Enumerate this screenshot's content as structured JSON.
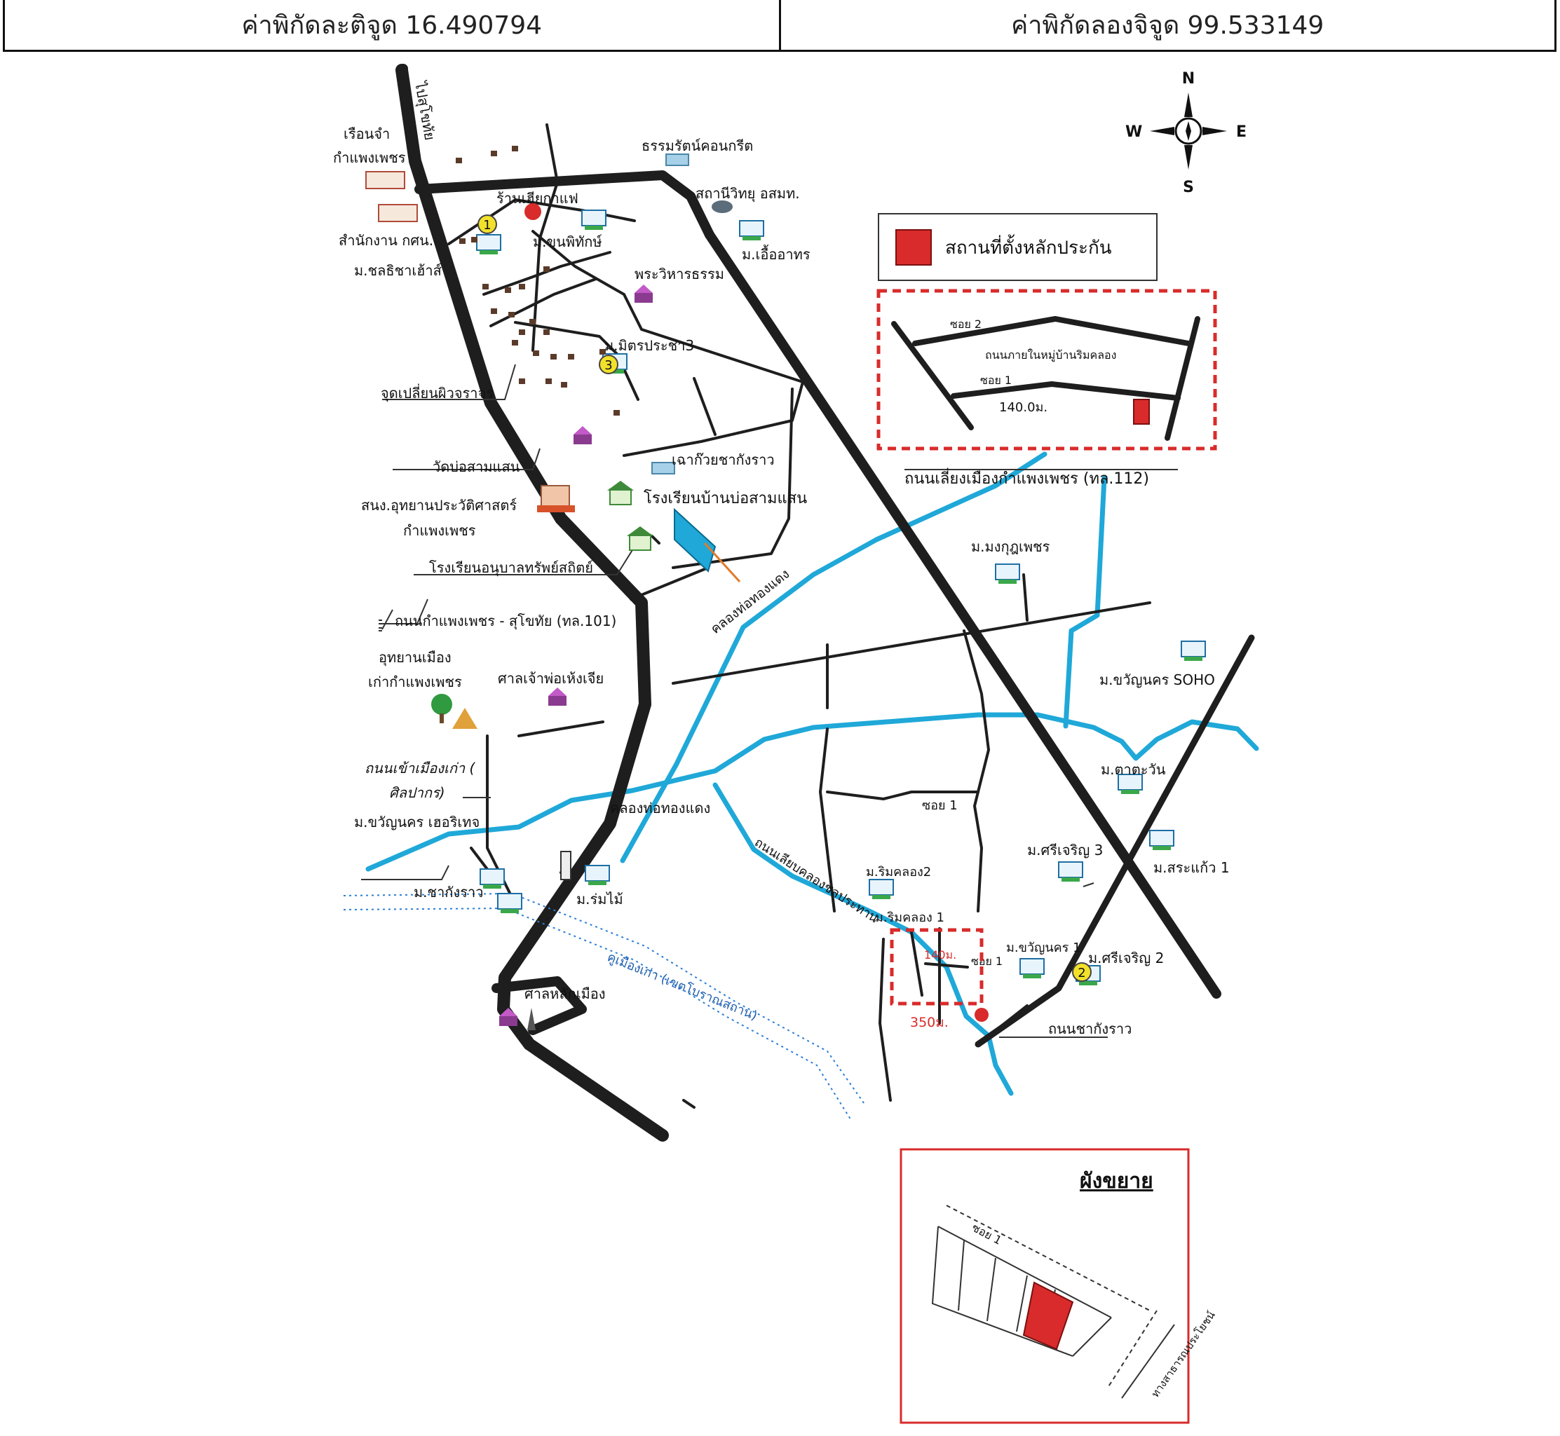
{
  "header": {
    "latitude": "ค่าพิกัดละติจูด 16.490794",
    "longitude": "ค่าพิกัดลองจิจูด 99.533149"
  },
  "compass": {
    "n": "N",
    "s": "S",
    "e": "E",
    "w": "W"
  },
  "legend": {
    "label": "สถานที่ตั้งหลักประกัน",
    "color": "#d92b2b"
  },
  "inset_top": {
    "soi2": "ซอย 2",
    "village_road": "ถนนภายในหมู่บ้านริมคลอง",
    "soi1": "ซอย 1",
    "distance": "140.0ม."
  },
  "expand": {
    "title": "ผังขยาย",
    "soi1": "ซอย 1",
    "public_way": "ทางสาธารณประโยชน์"
  },
  "labels": {
    "to_sukhothai": "ไปสุโขทัย",
    "prison": "เรือนจำ",
    "prison2": "กำแพงเพชร",
    "cafe": "ร้านเฮียกาแฟ",
    "thammarat": "ธรรมรัตน์คอนกรีต",
    "radio": "สถานีวิทยุ อสมท.",
    "nfe_office": "สำนักงาน กศน.",
    "khunphitak": "ม.ขุนพิทักษ์",
    "ueaathon": "ม.เอื้ออาทร",
    "cholthicha": "ม.ชลธิชาเฮ้าส์",
    "vihara": "พระวิหารธรรม",
    "mitprachar": "ม.มิตรประชา3",
    "surface_change": "จุดเปลี่ยนผิวจราจร",
    "wat_bo": "วัดบ่อสามแสน",
    "shrine_chao": "เฉาก๊วยชากังราว",
    "museum1": "สนง.อุทยานประวัติศาสตร์",
    "museum2": "กำแพงเพชร",
    "school_bo": "โรงเรียนบ้านบ่อสามแสน",
    "kindergarten": "โรงเรียนอนุบาลทรัพย์สถิตย์",
    "bypass": "ถนนเลี่ยงเมืองกำแพงเพชร (ทล.112)",
    "mongkut": "ม.มงกุฎเพชร",
    "canal_top": "คลองท่อทองแดง",
    "road101": "ถนนกำแพงเพชร - สุโขทัย (ทล.101)",
    "park1": "อุทยานเมือง",
    "park2": "เก่ากำแพงเพชร",
    "shrine_pho": "ศาลเจ้าพ่อเห้งเจีย",
    "khwan_soho": "ม.ขวัญนคร SOHO",
    "old_road1": "ถนนเข้าเมืองเก่า (",
    "old_road2": "ศิลปากร)",
    "tawan": "ม.ตาตะวัน",
    "khwan_heritage": "ม.ขวัญนคร เฮอริเทจ",
    "canal_mid": "คลองท่อทองแดง",
    "soi1_main": "ซอย 1",
    "sricharoen3": "ม.ศรีเจริญ 3",
    "canal_road": "ถนนเลียบคลองชลประทาน",
    "rimkhlong2": "ม.ริมคลอง2",
    "sakaew": "ม.สระแก้ว 1",
    "chakangrao_v": "ม.ชากังราว",
    "romyai": "ม.ร่มไม้",
    "rimkhlong1": "ม.ริมคลอง 1",
    "khwan1": "ม.ขวัญนคร 1",
    "sricharoen2": "ม.ศรีเจริญ 2",
    "d140": "140ม.",
    "soi1_small": "ซอย 1",
    "moat": "คูเมืองเก่า (เขตโบราณสถาน)",
    "city_pillar": "ศาลหลักเมือง",
    "d350": "350ม.",
    "chakangrao_rd": "ถนนชากังราว",
    "badge1": "1",
    "badge2": "2",
    "badge3": "3"
  },
  "colors": {
    "road": "#1e1e1e",
    "canal": "#1fa8d8",
    "accent": "#d92b2b",
    "dotted": "#2b7fd6"
  }
}
